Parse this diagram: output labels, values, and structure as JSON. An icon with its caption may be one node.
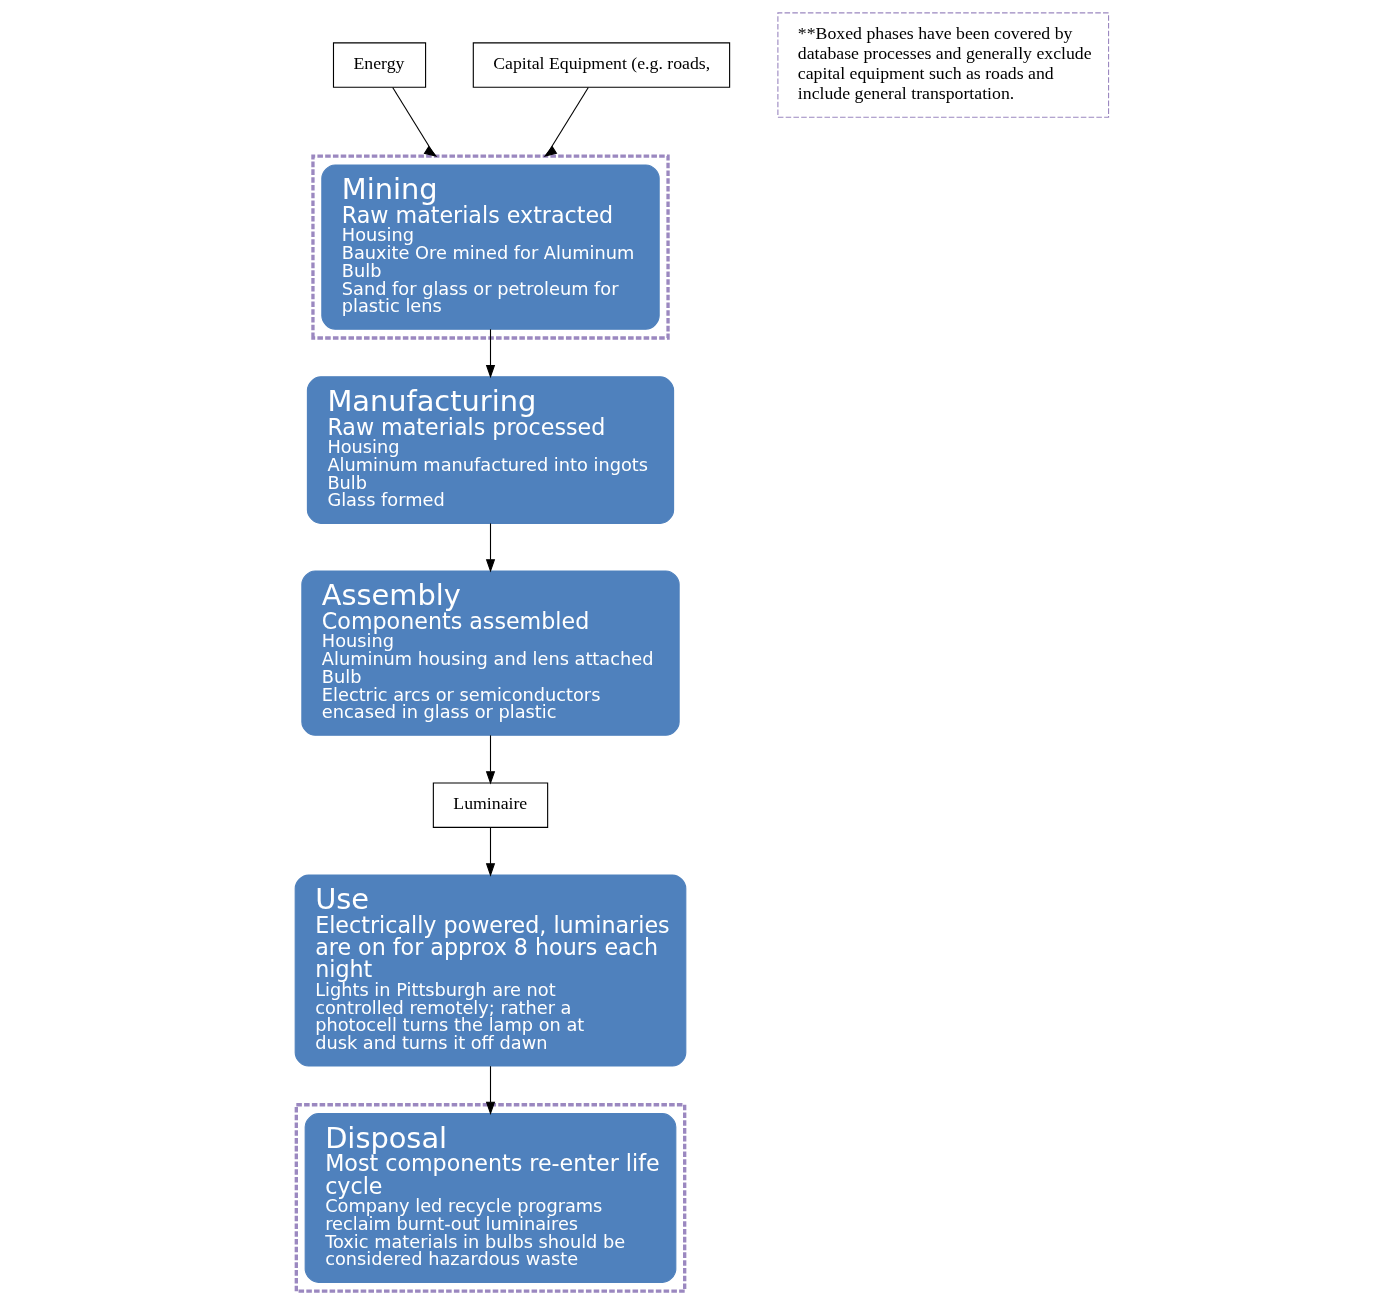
{
  "diagram": {
    "nodes": [
      {
        "text": [
          "Energy"
        ]
      },
      {
        "text": [
          "Capital Equipment (e.g. roads,"
        ]
      },
      {
        "text": [
          "**Boxed phases have been covered by database processes and generally exclude capital equipment such as roads and include general transportation."
        ]
      },
      {
        "text": [],
        "shape": "box"
      },
      {
        "text": [
          "Mining",
          "Raw materials extracted",
          "Housing",
          "Bauxite Ore mined for Aluminum",
          "Bulb",
          "Sand for glass or petroleum for plastic lens"
        ],
        "in": 3
      },
      {
        "text": [
          "Manufacturing",
          "Raw materials processed",
          "Housing",
          "Aluminum manufactured into ingots",
          "Bulb",
          "Glass formed"
        ]
      },
      {
        "text": [
          "Assembly",
          "Components assembled",
          "Housing",
          "Aluminum housing and lens attached",
          "Bulb",
          "Electric arcs or semiconductors encased in glass or plastic"
        ]
      },
      {
        "text": [
          "Luminaire"
        ]
      },
      {
        "text": [
          "Use",
          "Electrically powered, luminaries are on for approx 8 hours each night",
          "Lights in Pittsburgh are not controlled remotely; rather a photocell turns the lamp on at dusk and turns it off dawn"
        ]
      },
      {
        "text": [],
        "shape": "box"
      },
      {
        "text": [
          "Disposal",
          "Most components re-enter life cycle",
          "Company led recycle programs reclaim burnt-out luminaires",
          "Toxic materials in bulbs should be considered hazardous waste"
        ],
        "in": 9
      }
    ],
    "edges": [
      {
        "from": 0,
        "to": 3,
        "arrow": "to"
      },
      {
        "from": 1,
        "to": 3,
        "arrow": "to"
      },
      {
        "from": 4,
        "to": 5,
        "arrow": "to"
      },
      {
        "from": 5,
        "to": 6,
        "arrow": "to"
      },
      {
        "from": 6,
        "to": 7,
        "arrow": "to"
      },
      {
        "from": 7,
        "to": 8,
        "arrow": "to"
      },
      {
        "from": 8,
        "to": 10,
        "arrow": "to"
      }
    ]
  }
}
